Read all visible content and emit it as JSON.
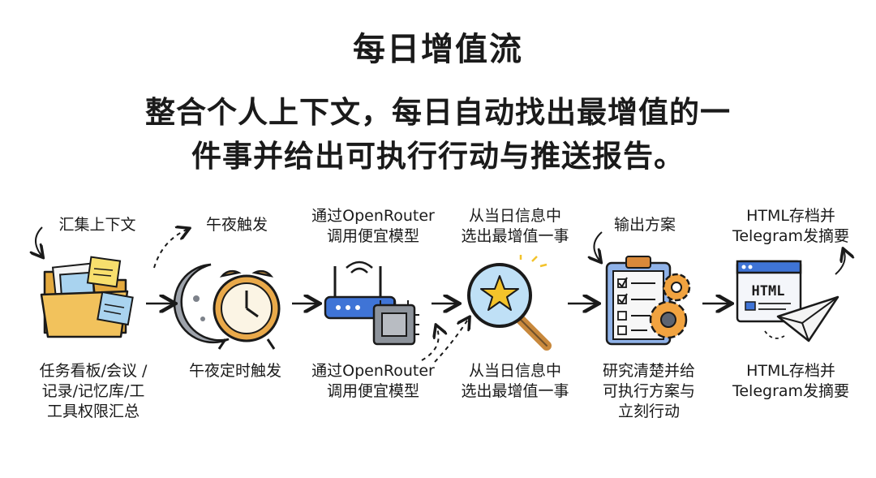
{
  "title": "每日增值流",
  "subtitle_lines": [
    "整合个人上下文，每日自动找出最增值的一",
    "件事并给出可执行行动与推送报告。"
  ],
  "steps": [
    {
      "icon": "folder-with-notes-icon",
      "top_label": [
        "汇集上下文"
      ],
      "bottom_label": [
        "任务看板/会议 /",
        "记录/记忆库/工",
        "工具权限汇总"
      ]
    },
    {
      "icon": "moon-alarm-clock-icon",
      "top_label": [
        "午夜触发"
      ],
      "bottom_label": [
        "午夜定时触发"
      ]
    },
    {
      "icon": "router-chip-icon",
      "top_label": [
        "通过OpenRouter",
        "调用便宜模型"
      ],
      "bottom_label": [
        "通过OpenRouter",
        "调用便宜模型"
      ]
    },
    {
      "icon": "magnifier-star-icon",
      "top_label": [
        "从当日信息中",
        "选出最增值一事"
      ],
      "bottom_label": [
        "从当日信息中",
        "选出最增值一事"
      ]
    },
    {
      "icon": "clipboard-gears-icon",
      "top_label": [
        "输出方案"
      ],
      "bottom_label": [
        "研究清楚并给",
        "可执行方案与",
        "立刻行动"
      ]
    },
    {
      "icon": "html-paper-plane-icon",
      "top_label": [
        "HTML存档并",
        "Telegram发摘要"
      ],
      "bottom_label": [
        "HTML存档并",
        "Telegram发摘要"
      ]
    }
  ],
  "html_icon_text": "HTML",
  "colors": {
    "ink": "#1a1a1a",
    "folder": "#f2c25c",
    "note_yellow": "#f7df6d",
    "note_blue": "#a9d3ef",
    "moon": "#9ea3ab",
    "clock": "#e9a94a",
    "router": "#3f74d6",
    "chip": "#8d939b",
    "magnifier": "#bfe0f6",
    "handle": "#c8883c",
    "star": "#f3c32b",
    "clipboard": "#8fb2e8",
    "gear": "#f1a340",
    "plane": "#f4f4f4"
  }
}
